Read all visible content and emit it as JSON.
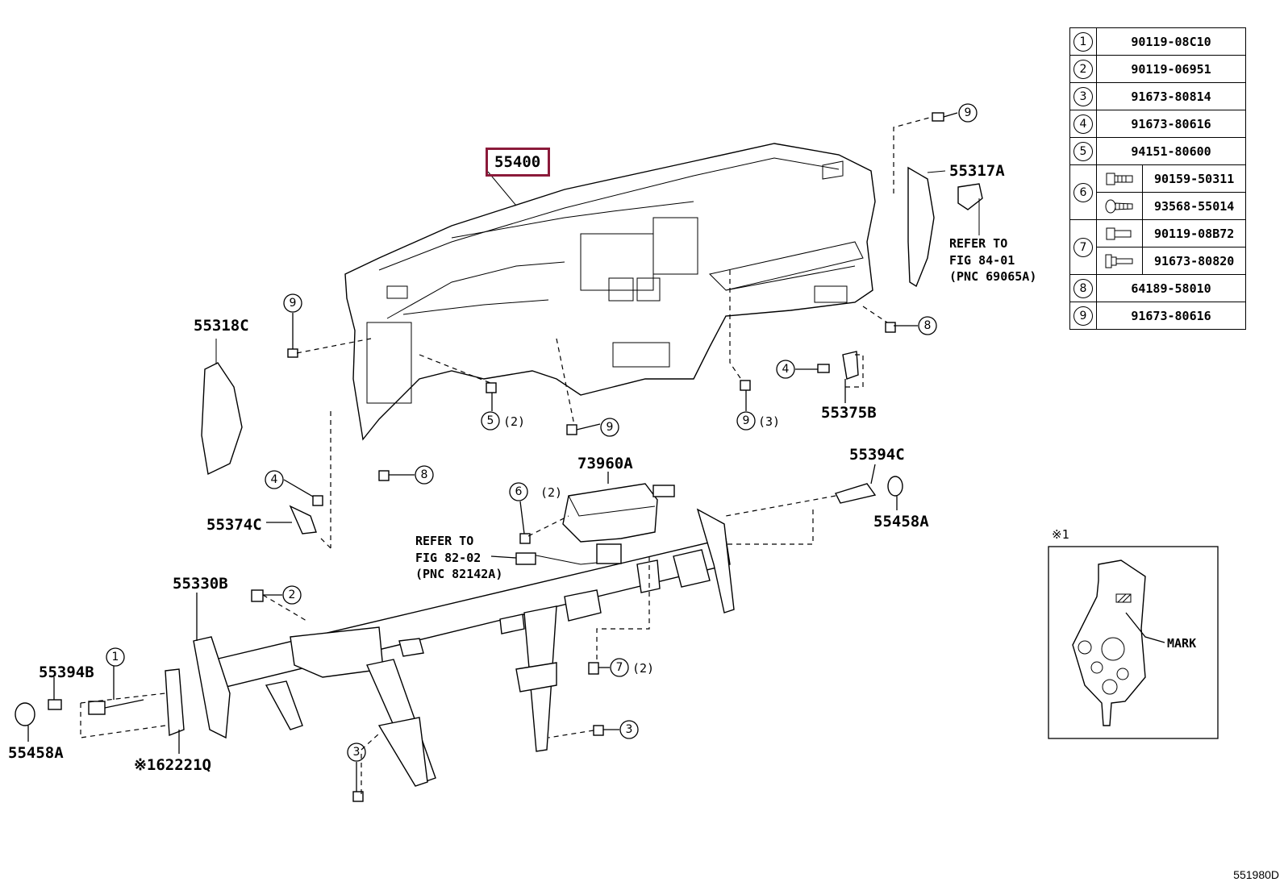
{
  "main_part": "55400",
  "labels": {
    "p55317A": "55317A",
    "p55318C": "55318C",
    "p55375B": "55375B",
    "p73960A": "73960A",
    "p55394C": "55394C",
    "p55458A_r": "55458A",
    "p55374C": "55374C",
    "p55330B": "55330B",
    "p55394B": "55394B",
    "p55458A_l": "55458A",
    "p162221Q": "※162221Q",
    "qty2": "(2)",
    "qty3": "(3)",
    "mark": "MARK",
    "inset_tag": "※1"
  },
  "refer1": [
    "REFER TO",
    "FIG 84-01",
    "(PNC 69065A)"
  ],
  "refer2": [
    "REFER TO",
    "FIG 82-02",
    "(PNC 82142A)"
  ],
  "callouts": [
    "1",
    "2",
    "3",
    "4",
    "5",
    "6",
    "7",
    "8",
    "9"
  ],
  "parts_table": [
    {
      "num": "1",
      "pn": "90119-08C10"
    },
    {
      "num": "2",
      "pn": "90119-06951"
    },
    {
      "num": "3",
      "pn": "91673-80814"
    },
    {
      "num": "4",
      "pn": "91673-80616"
    },
    {
      "num": "5",
      "pn": "94151-80600"
    },
    {
      "num": "6",
      "pn_a": "90159-50311",
      "pn_b": "93568-55014"
    },
    {
      "num": "7",
      "pn_a": "90119-08B72",
      "pn_b": "91673-80820"
    },
    {
      "num": "8",
      "pn": "64189-58010"
    },
    {
      "num": "9",
      "pn": "91673-80616"
    }
  ],
  "figure_code": "551980D",
  "colors": {
    "highlight": "#8b1a3a",
    "ink": "#000000",
    "paper": "#ffffff"
  }
}
